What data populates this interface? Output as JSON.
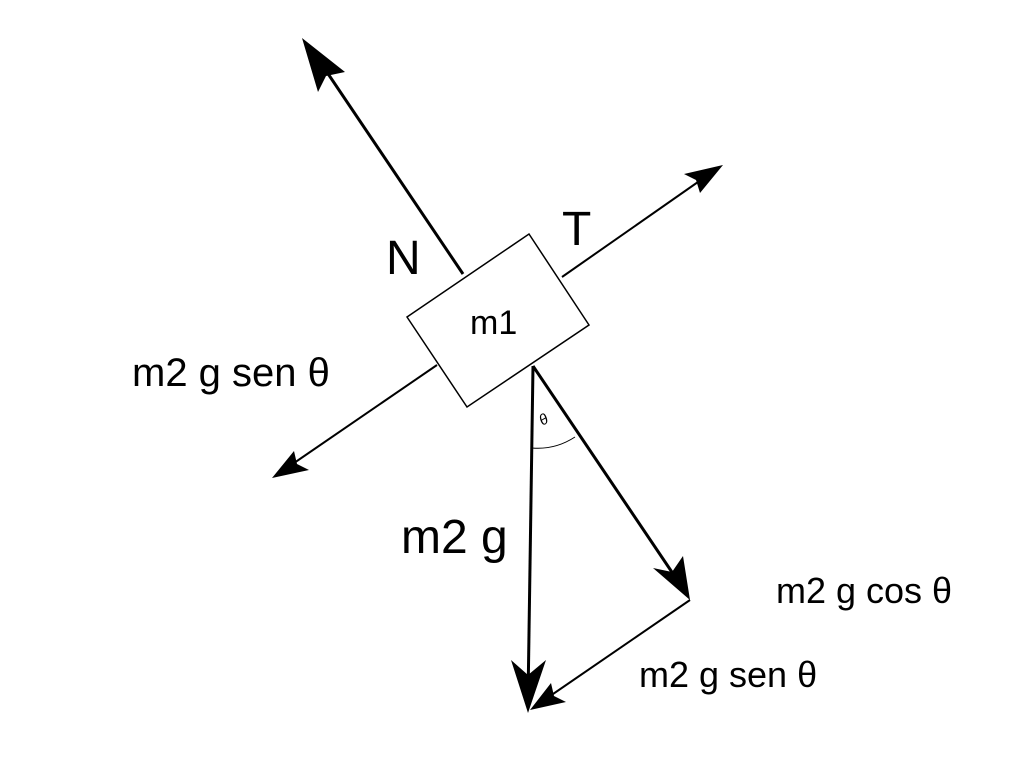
{
  "diagram": {
    "block_label": "m1",
    "normal_label": "N",
    "tension_label": "T",
    "parallel_component_label": "m2 g sen θ",
    "weight_label": "m2 g",
    "perpendicular_component_label": "m2 g cos θ",
    "triangle_parallel_label": "m2 g sen θ",
    "angle_label": "θ"
  },
  "colors": {
    "ink": "#000000",
    "background": "#ffffff"
  }
}
